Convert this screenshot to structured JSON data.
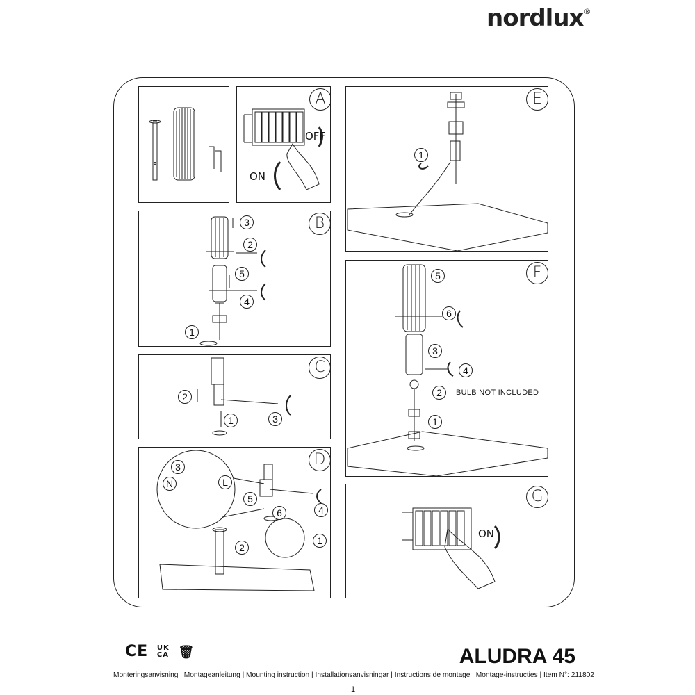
{
  "brand": {
    "name": "nordlux",
    "mark": "®"
  },
  "panels": {
    "a": {
      "label": "A",
      "off": "OFF",
      "on": "ON"
    },
    "b": {
      "label": "B",
      "steps": [
        "1",
        "2",
        "3",
        "4",
        "5"
      ]
    },
    "c": {
      "label": "C",
      "steps": [
        "1",
        "2",
        "3"
      ]
    },
    "d": {
      "label": "D",
      "steps": [
        "1",
        "2",
        "3",
        "4",
        "5",
        "6"
      ],
      "wires": [
        "N",
        "L",
        "3"
      ]
    },
    "e": {
      "label": "E",
      "steps": [
        "1"
      ]
    },
    "f": {
      "label": "F",
      "steps": [
        "1",
        "2",
        "3",
        "4",
        "5",
        "6"
      ],
      "note": "BULB NOT INCLUDED"
    },
    "g": {
      "label": "G",
      "on": "ON"
    }
  },
  "footer": {
    "marks": "CE",
    "ukca": [
      "UK",
      "CA"
    ],
    "product": "ALUDRA 45",
    "subtitle": "Monteringsanvisning | Montageanleitung | Mounting instruction | Installationsanvisningar | Instructions de montage | Montage-instructies  | Item N°: 211802",
    "page": "1"
  }
}
